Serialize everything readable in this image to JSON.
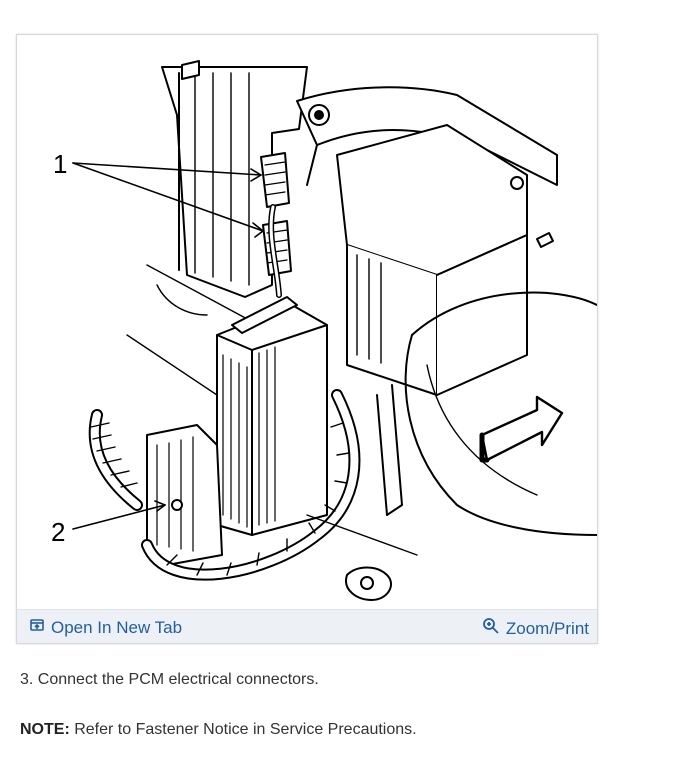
{
  "figure": {
    "callouts": [
      "1",
      "2"
    ],
    "open_tab_label": "Open In New Tab",
    "zoom_print_label": "Zoom/Print",
    "open_tab_icon": "open-new-tab-icon",
    "zoom_icon": "zoom-magnifier-icon",
    "link_color": "#1f5fa8"
  },
  "content": {
    "step": "3. Connect the PCM electrical connectors.",
    "note_label": "NOTE:",
    "note_text": " Refer to Fastener Notice in Service Precautions."
  }
}
